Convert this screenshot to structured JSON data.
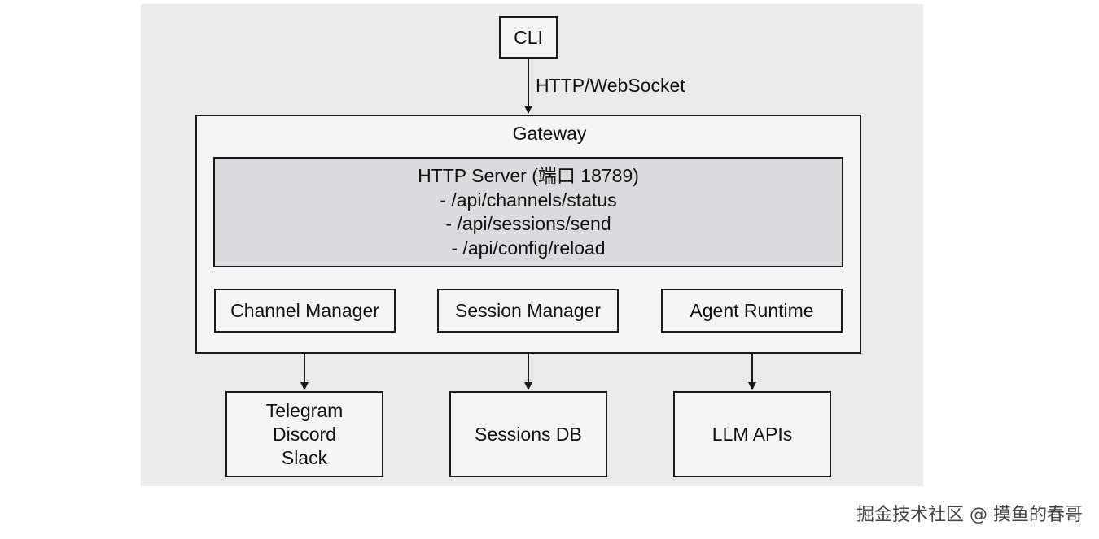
{
  "diagram": {
    "cli": {
      "label": "CLI"
    },
    "connection": {
      "label": "HTTP/WebSocket"
    },
    "gateway": {
      "title": "Gateway",
      "http_server": {
        "lines": [
          "HTTP Server (端口 18789)",
          "- /api/channels/status",
          "- /api/sessions/send",
          "- /api/config/reload"
        ]
      },
      "components": [
        {
          "label": "Channel Manager"
        },
        {
          "label": "Session Manager"
        },
        {
          "label": "Agent Runtime"
        }
      ]
    },
    "targets": [
      {
        "lines": [
          "Telegram",
          "Discord",
          "Slack"
        ]
      },
      {
        "lines": [
          "Sessions DB"
        ]
      },
      {
        "lines": [
          "LLM APIs"
        ]
      }
    ]
  },
  "watermark": {
    "text": "掘金技术社区 @ 摸鱼的春哥"
  },
  "colors": {
    "background": "#e8eaec",
    "box": "#f4f5f6",
    "server": "#d9dbde",
    "stroke": "#1a1a1a"
  }
}
